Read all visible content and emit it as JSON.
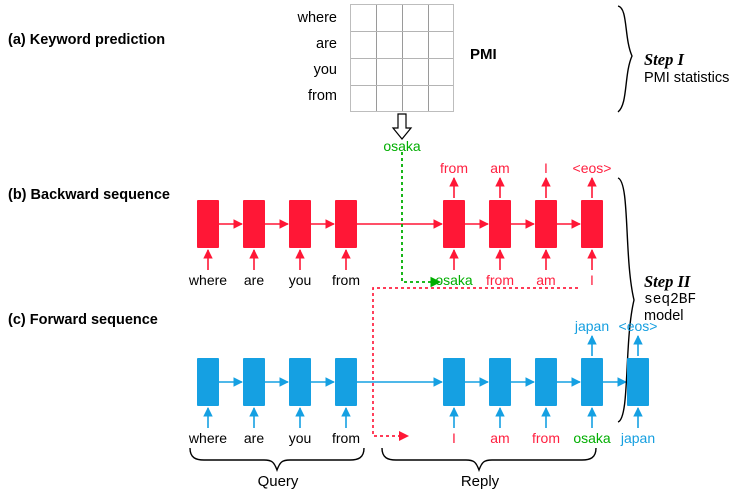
{
  "diagram": {
    "title": "seq2BF model pipeline",
    "rows": [
      {
        "id": "a",
        "label": "(a) Keyword prediction"
      },
      {
        "id": "b",
        "label": "(b) Backward sequence"
      },
      {
        "id": "c",
        "label": "(c) Forward sequence"
      }
    ]
  },
  "pmi": {
    "matrix_label": "PMI",
    "row_labels": [
      "where",
      "are",
      "you",
      "from"
    ],
    "grid_rows": 4,
    "grid_cols": 4,
    "output_word": "osaka"
  },
  "backward": {
    "inputs_query": [
      "where",
      "are",
      "you",
      "from"
    ],
    "inputs_reply": [
      "osaka",
      "from",
      "am",
      "I"
    ],
    "outputs_reply": [
      "from",
      "am",
      "I",
      "<eos>"
    ],
    "cell_color": "#FF1736"
  },
  "forward": {
    "inputs_query": [
      "where",
      "are",
      "you",
      "from"
    ],
    "inputs_reply": [
      "I",
      "am",
      "from",
      "osaka",
      "japan"
    ],
    "outputs_reply": [
      "japan",
      "<eos>"
    ],
    "cell_color": "#15A0E2"
  },
  "steps": [
    {
      "id": "step1",
      "title": "Step I",
      "sub_plain": "PMI statistics",
      "sub_mono": "",
      "sub_plain2": ""
    },
    {
      "id": "step2",
      "title": "Step II",
      "sub_mono": "seq2BF",
      "sub_plain": "model",
      "sub_plain2": ""
    }
  ],
  "bottom_braces": [
    {
      "id": "query",
      "label": "Query"
    },
    {
      "id": "reply",
      "label": "Reply"
    }
  ],
  "colors": {
    "red": "#FF1736",
    "red_text": "#FF2040",
    "green": "#00AE00",
    "blue": "#15A0E2",
    "black": "#000000",
    "grid_line": "#9a9a9a"
  }
}
